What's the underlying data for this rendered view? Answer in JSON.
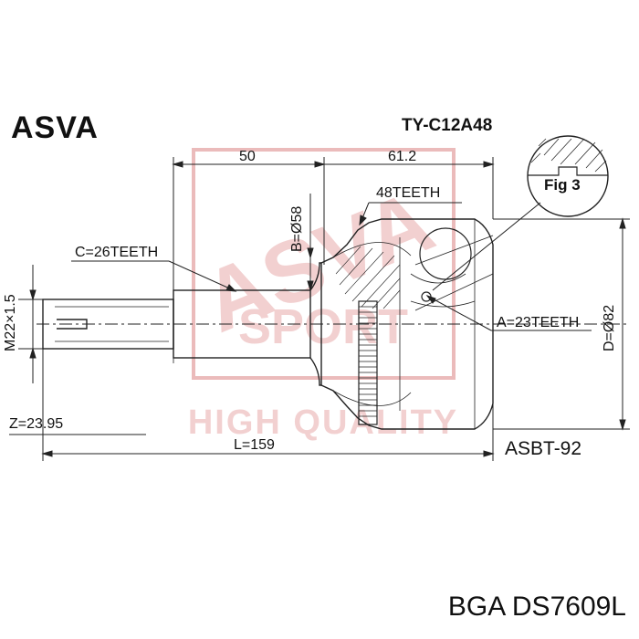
{
  "header": {
    "brand": "ASVA",
    "part_number": "TY-C12A48"
  },
  "watermark": {
    "line1": "ASVA",
    "line2": "SPORT",
    "line3": "HIGH QUALITY"
  },
  "dimensions": {
    "length_left": "50",
    "length_right": "61.2",
    "outer_teeth": "48TEETH",
    "bore": "B=Ø58",
    "shaft_teeth": "C=26TEETH",
    "thread": "M22×1.5",
    "inner_teeth": "A=23TEETH",
    "outer_diameter": "D=Ø82",
    "z_value": "Z=23.95",
    "total_length": "L=159"
  },
  "figure": {
    "label": "Fig 3"
  },
  "boot_code": "ASBT-92",
  "footer": {
    "product": "BGA DS7609L"
  },
  "colors": {
    "watermark": "#e9b4b4",
    "line": "#222222"
  }
}
